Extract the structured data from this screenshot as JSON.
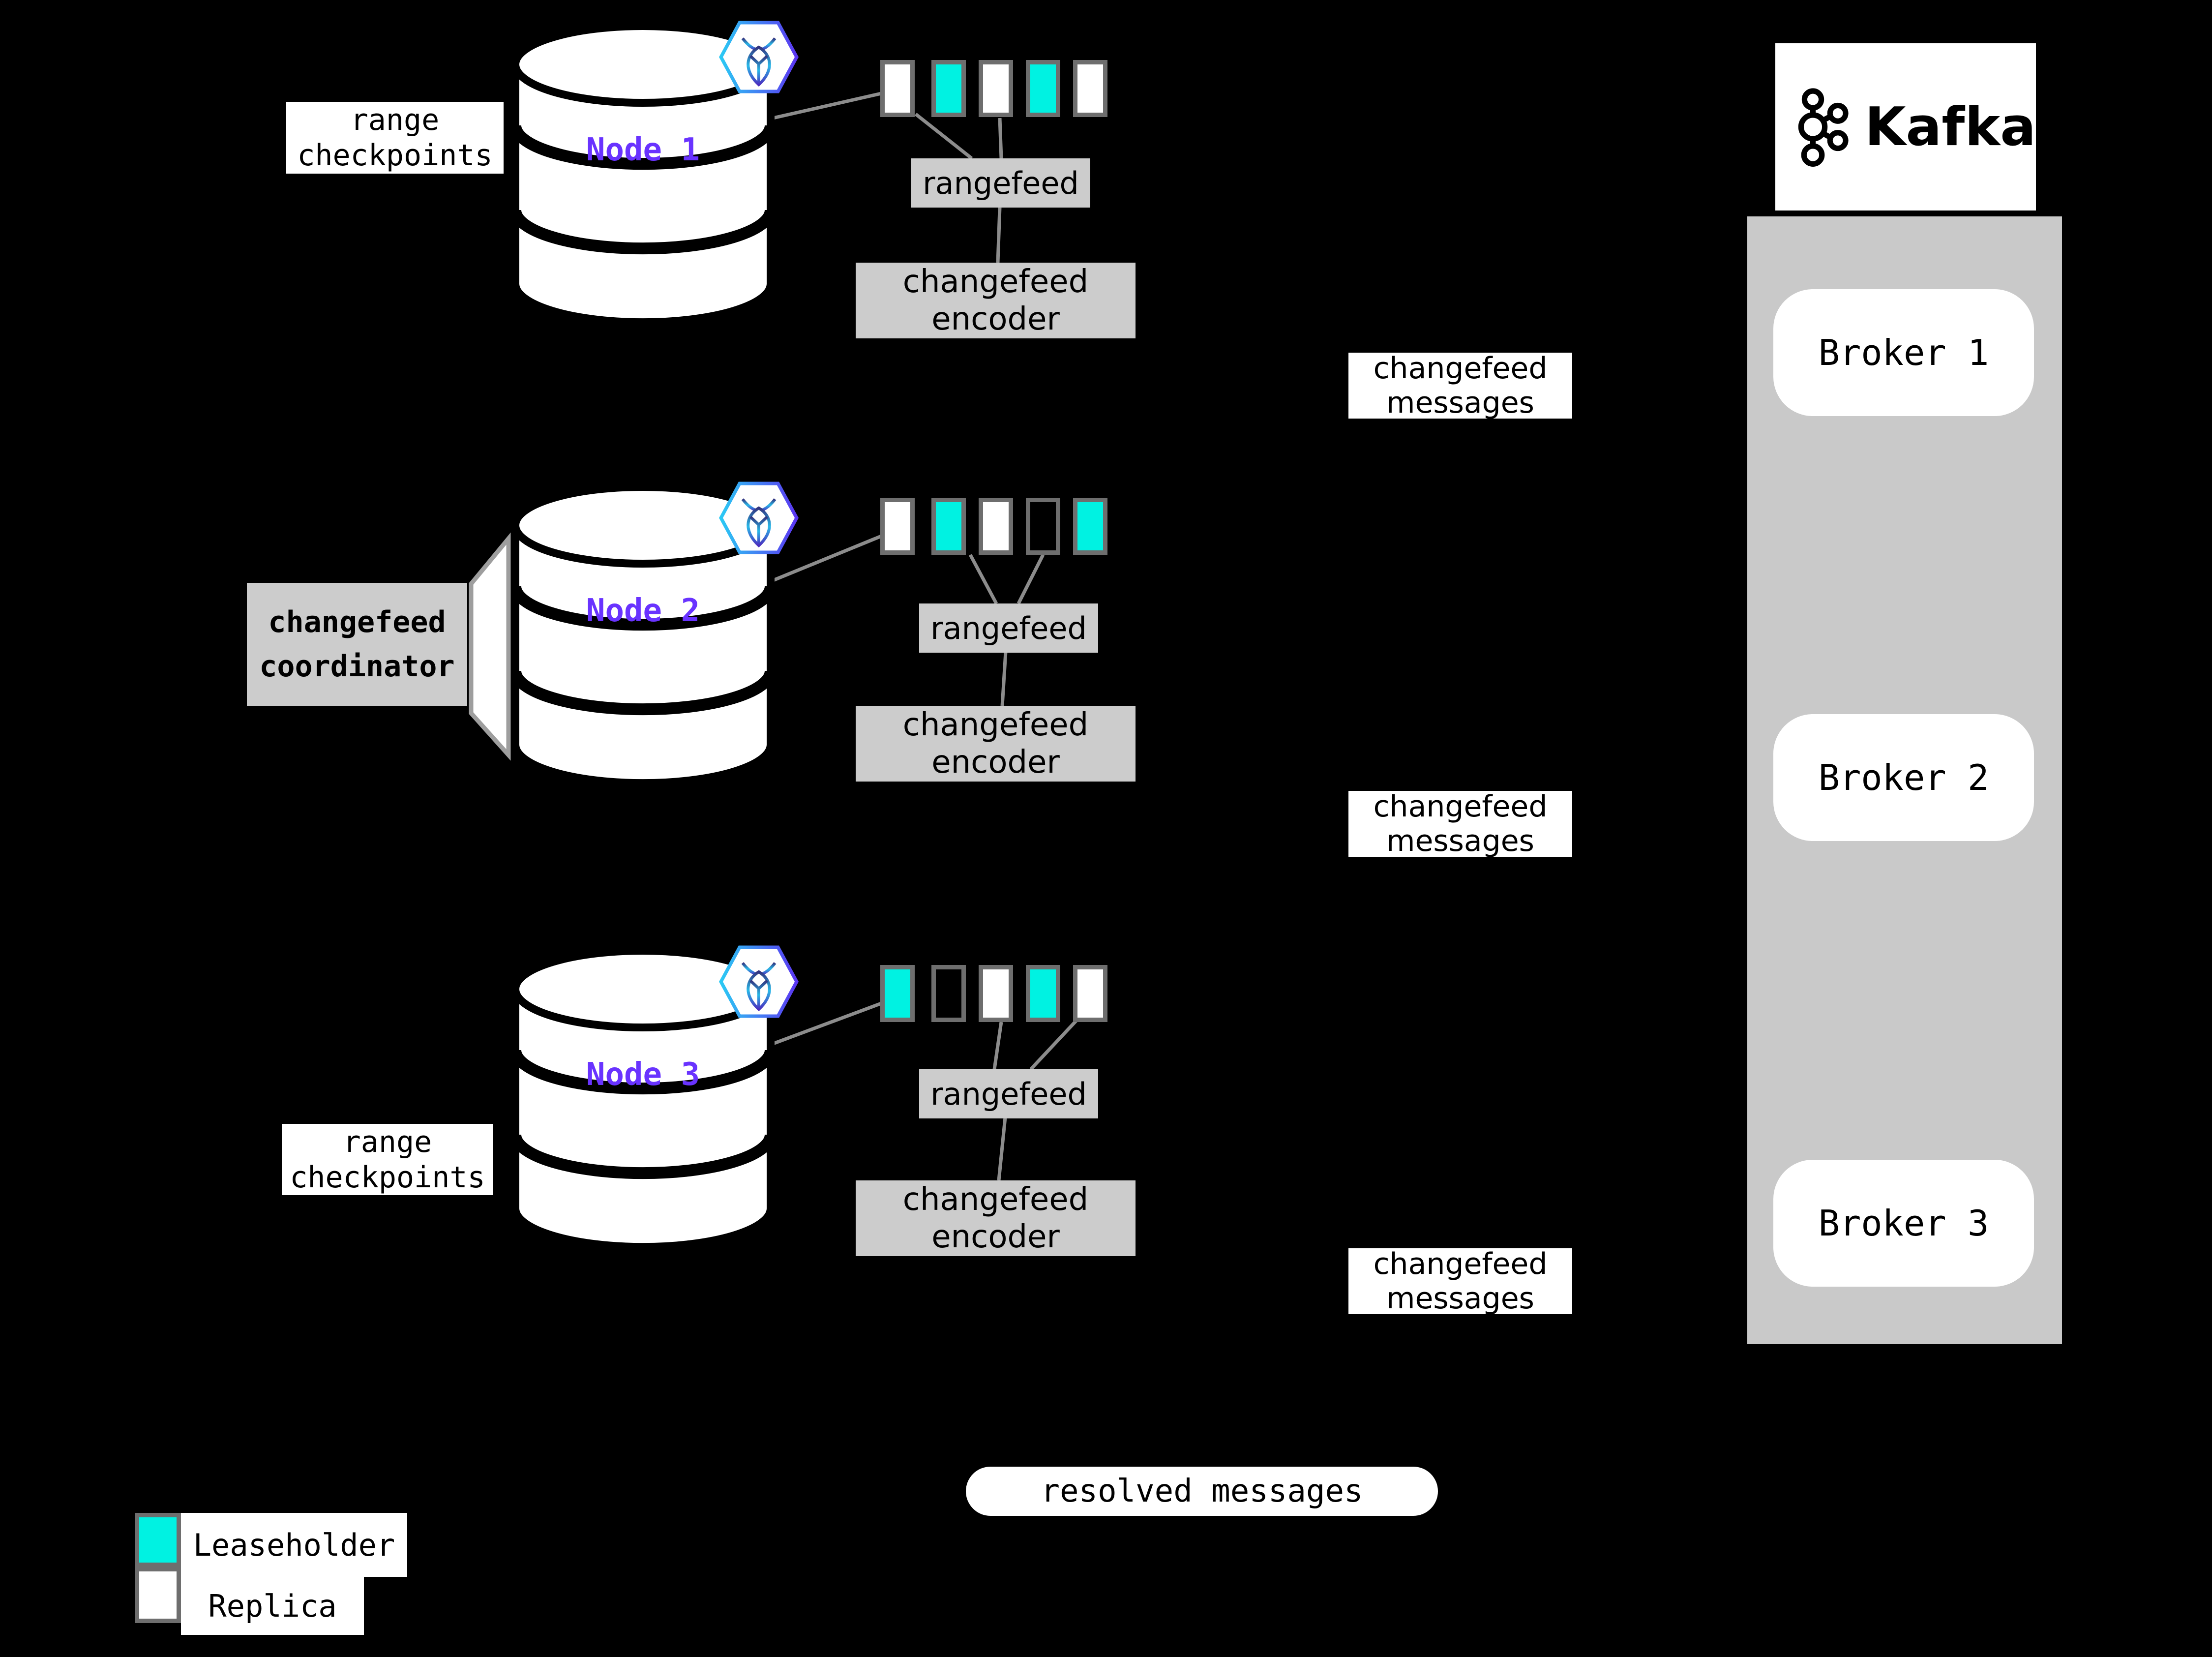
{
  "colors": {
    "background": "#000000",
    "leaseholder": "#00F2E2",
    "replica": "#FFFFFF",
    "empty": "transparent",
    "node_label": "#6933FF",
    "box_gray": "#CCCCCC",
    "panel_gray": "#C9C9C9",
    "line_gray": "#8C8C8C",
    "square_border": "#6E6E6E"
  },
  "annotations": {
    "range_checkpoints_top": "range\ncheckpoints",
    "range_checkpoints_bottom": "range\ncheckpoints",
    "coordinator": "changefeed\ncoordinator",
    "resolved_messages": "resolved messages"
  },
  "nodes": [
    {
      "label": "Node 1",
      "rangefeed": "rangefeed",
      "encoder": "changefeed\nencoder",
      "messages": "changefeed\nmessages",
      "squares": [
        "replica",
        "leaseholder",
        "replica",
        "leaseholder",
        "replica"
      ]
    },
    {
      "label": "Node 2",
      "rangefeed": "rangefeed",
      "encoder": "changefeed\nencoder",
      "messages": "changefeed\nmessages",
      "squares": [
        "replica",
        "leaseholder",
        "replica",
        "empty",
        "leaseholder"
      ]
    },
    {
      "label": "Node 3",
      "rangefeed": "rangefeed",
      "encoder": "changefeed\nencoder",
      "messages": "changefeed\nmessages",
      "squares": [
        "leaseholder",
        "empty",
        "replica",
        "leaseholder",
        "replica"
      ]
    }
  ],
  "kafka": {
    "wordmark": "Kafka",
    "brokers": [
      "Broker 1",
      "Broker 2",
      "Broker 3"
    ]
  },
  "legend": [
    {
      "key": "leaseholder",
      "label": "Leaseholder"
    },
    {
      "key": "replica",
      "label": "Replica"
    }
  ],
  "icons": {
    "node_badge": "cockroachdb-icon",
    "kafka_logo": "kafka-icon"
  }
}
